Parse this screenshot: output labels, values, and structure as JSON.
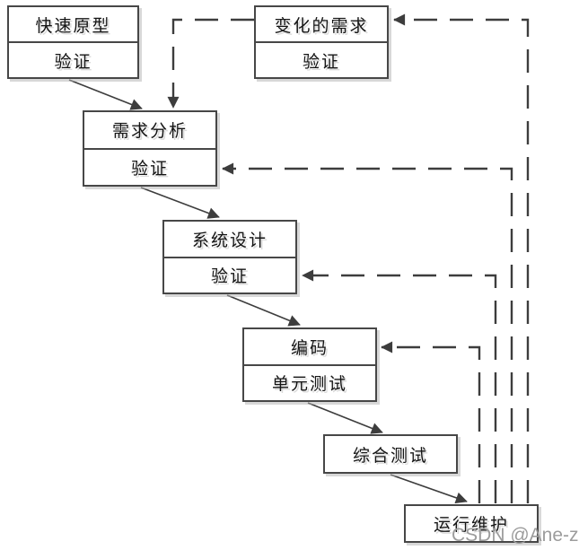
{
  "boxes": [
    {
      "id": "rapid-prototype",
      "rows": [
        "快速原型",
        "验证"
      ]
    },
    {
      "id": "changing-requirements",
      "rows": [
        "变化的需求",
        "验证"
      ]
    },
    {
      "id": "requirements-analysis",
      "rows": [
        "需求分析",
        "验证"
      ]
    },
    {
      "id": "system-design",
      "rows": [
        "系统设计",
        "验证"
      ]
    },
    {
      "id": "coding",
      "rows": [
        "编码",
        "单元测试"
      ]
    },
    {
      "id": "integration-testing",
      "rows": [
        "综合测试"
      ]
    },
    {
      "id": "operation-maintenance",
      "rows": [
        "运行维护"
      ]
    }
  ],
  "flows": [
    {
      "from": "快速原型/验证",
      "to": "需求分析",
      "style": "solid"
    },
    {
      "from": "需求分析/验证",
      "to": "系统设计",
      "style": "solid"
    },
    {
      "from": "系统设计/验证",
      "to": "编码",
      "style": "solid"
    },
    {
      "from": "编码/单元测试",
      "to": "综合测试",
      "style": "solid"
    },
    {
      "from": "综合测试",
      "to": "运行维护",
      "style": "solid"
    },
    {
      "from": "变化的需求/验证",
      "to": "需求分析",
      "style": "dashed"
    },
    {
      "from": "运行维护",
      "to": "编码",
      "style": "dashed"
    },
    {
      "from": "运行维护",
      "to": "系统设计",
      "style": "dashed"
    },
    {
      "from": "运行维护",
      "to": "需求分析",
      "style": "dashed"
    },
    {
      "from": "运行维护",
      "to": "变化的需求",
      "style": "dashed"
    }
  ],
  "watermark": "CSDN @Ane-z",
  "colors": {
    "line": "#3d3d3d",
    "box_border": "#474747",
    "text": "#141414",
    "watermark": "#9c9c9c",
    "background": "#ffffff"
  }
}
